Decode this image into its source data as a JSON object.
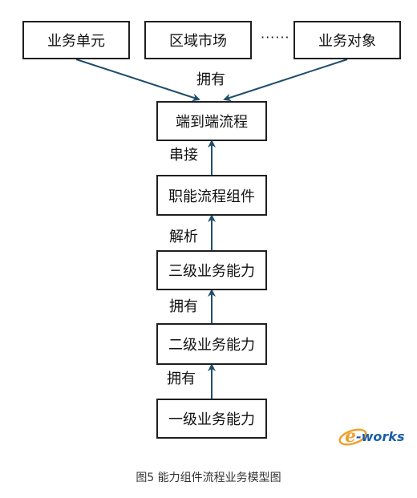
{
  "nodes": {
    "business_unit": "业务单元",
    "regional_market": "区域市场",
    "business_object": "业务对象",
    "end_to_end_process": "端到端流程",
    "functional_process_component": "职能流程组件",
    "level3_capability": "三级业务能力",
    "level2_capability": "二级业务能力",
    "level1_capability": "一级业务能力"
  },
  "ellipsis": "······",
  "edges": {
    "top_label": "拥有",
    "concat_label": "串接",
    "parse_label": "解析",
    "own_label_a": "拥有",
    "own_label_b": "拥有"
  },
  "logo": {
    "text": "e-works",
    "accent_color": "#f0a030",
    "brand_color": "#1a5ea8"
  },
  "caption": "图5 能力组件流程业务模型图",
  "colors": {
    "arrow": "#1f4e6b",
    "border": "#1f1f1f"
  }
}
